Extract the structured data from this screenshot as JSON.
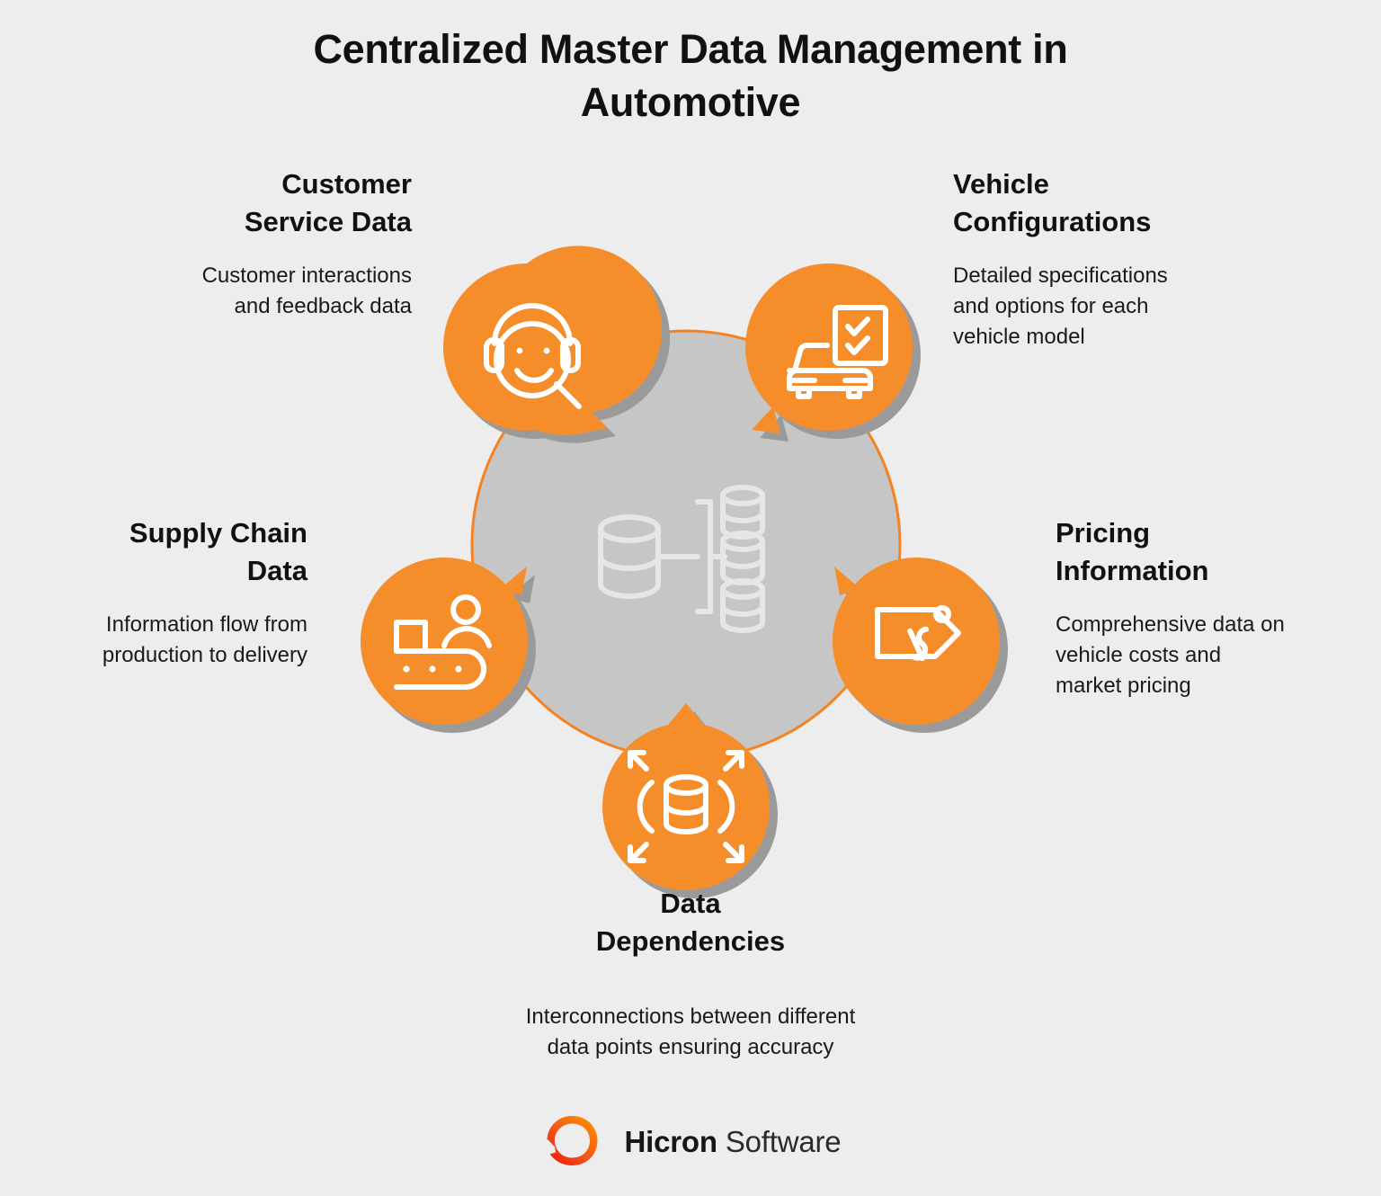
{
  "title": "Centralized Master Data Management in Automotive",
  "center": {
    "icon": "master-data-distribution-icon",
    "fill_color": "#c6c6c6",
    "stroke_color": "#f58220"
  },
  "accent_color": "#f58e2c",
  "background_color": "#ededed",
  "nodes": [
    {
      "id": "customer-service-data",
      "heading": "Customer\nService Data",
      "description": "Customer interactions\nand feedback data",
      "icon": "headset-support-smiley-icon",
      "position": "top-left"
    },
    {
      "id": "vehicle-configurations",
      "heading": "Vehicle\nConfigurations",
      "description": "Detailed specifications\nand options for each\nvehicle model",
      "icon": "car-checklist-icon",
      "position": "top-right"
    },
    {
      "id": "supply-chain-data",
      "heading": "Supply Chain\nData",
      "description": "Information flow from\nproduction to delivery",
      "icon": "conveyor-belt-worker-icon",
      "position": "left"
    },
    {
      "id": "pricing-information",
      "heading": "Pricing\nInformation",
      "description": "Comprehensive data on\nvehicle costs and\nmarket pricing",
      "icon": "price-tag-dollar-icon",
      "position": "right"
    },
    {
      "id": "data-dependencies",
      "heading": "Data\nDependencies",
      "description": "Interconnections between different\ndata points ensuring accuracy",
      "icon": "database-expand-arrows-icon",
      "position": "bottom"
    }
  ],
  "logo": {
    "mark": "hicron-ring-logo",
    "name_bold": "Hicron",
    "name_light": "Software",
    "mark_color_start": "#ff8a00",
    "mark_color_end": "#e8300f"
  }
}
